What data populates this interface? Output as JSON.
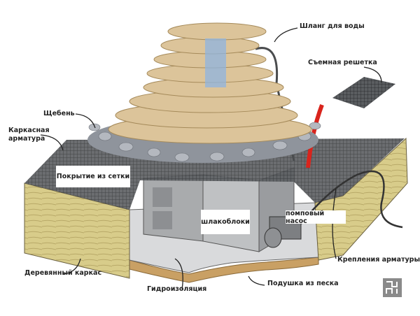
{
  "labels": {
    "hose": "Шланг для воды",
    "grate": "Съемная решетка",
    "gravel": "Щебень",
    "frame_rebar_1": "Каркасная",
    "frame_rebar_2": "арматура",
    "mesh_cover": "Покрытие из сетки",
    "cinder_blocks": "шлакоблоки",
    "pump": "помповый насос",
    "rebar_mounts": "Крепления арматуры",
    "wooden_frame": "Деревянный каркас",
    "waterproofing": "Гидроизоляция",
    "sand_cushion": "Подушка из песка"
  },
  "colors": {
    "wood": "#d8cc8a",
    "sand": "#c9a064",
    "stone": "#dcc49a",
    "gravel": "#8f949c",
    "grate_red": "#d9241c",
    "water": "#8fb4e0"
  }
}
